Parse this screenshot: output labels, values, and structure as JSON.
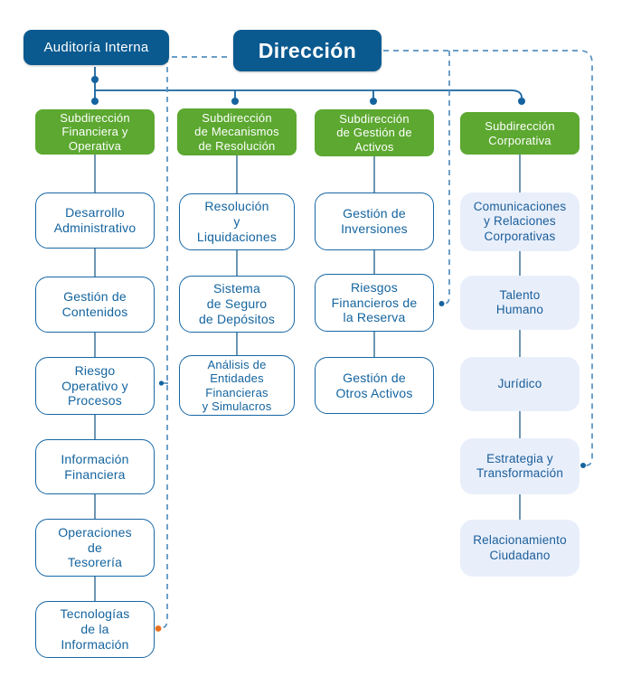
{
  "nodes": {
    "direccion": "Dirección",
    "auditoria": "Auditoría Interna"
  },
  "columns": [
    {
      "header": "Subdirección\nFinanciera y\nOperativa",
      "items": [
        "Desarrollo\nAdministrativo",
        "Gestión de\nContenidos",
        "Riesgo\nOperativo y\nProcesos",
        "Información\nFinanciera",
        "Operaciones\nde\nTesorería",
        "Tecnologías\nde la\nInformación"
      ]
    },
    {
      "header": "Subdirección\nde Mecanismos\nde Resolución",
      "items": [
        "Resolución\ny\nLiquidaciones",
        "Sistema\nde Seguro\nde Depósitos",
        "Análisis de\nEntidades\nFinancieras\ny Simulacros"
      ]
    },
    {
      "header": "Subdirección\nde Gestión de\nActivos",
      "items": [
        "Gestión de\nInversiones",
        "Riesgos\nFinancieros de\nla Reserva",
        "Gestión de\nOtros Activos"
      ]
    },
    {
      "header": "Subdirección\nCorporativa",
      "items": [
        "Comunicaciones\ny Relaciones\nCorporativas",
        "Talento\nHumano",
        "Jurídico",
        "Estrategia y\nTransformación",
        "Relacionamiento\nCiudadano"
      ]
    }
  ],
  "colors": {
    "primary_dark": "#0a5a90",
    "green": "#5ca830",
    "box_border": "#1767a5",
    "box_text": "#14649f",
    "light_fill": "#e8effb",
    "solid_line": "#15639e",
    "stem_line": "#4a7c9f",
    "dashed_line": "#5590c0",
    "orange_dot": "#e8701e"
  }
}
